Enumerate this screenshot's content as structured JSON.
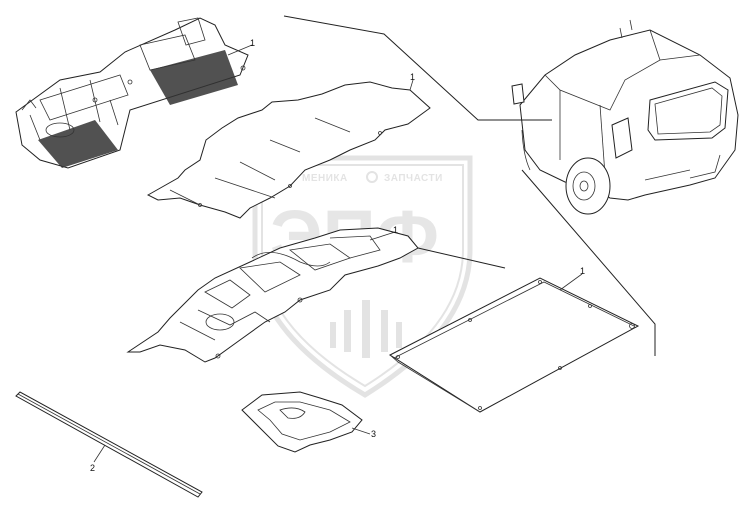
{
  "watermark": {
    "line_left": "МЕНИКА",
    "line_right": "ЗАПЧАСТИ",
    "logo": "ЭПФ"
  },
  "callouts": {
    "floor_mat_top": "1",
    "floor_covering": "1",
    "floor_panel": "1",
    "cargo_board": "1",
    "strip": "2",
    "tray": "3"
  },
  "colors": {
    "line": "#222222",
    "watermark": "#6a6a6a"
  }
}
